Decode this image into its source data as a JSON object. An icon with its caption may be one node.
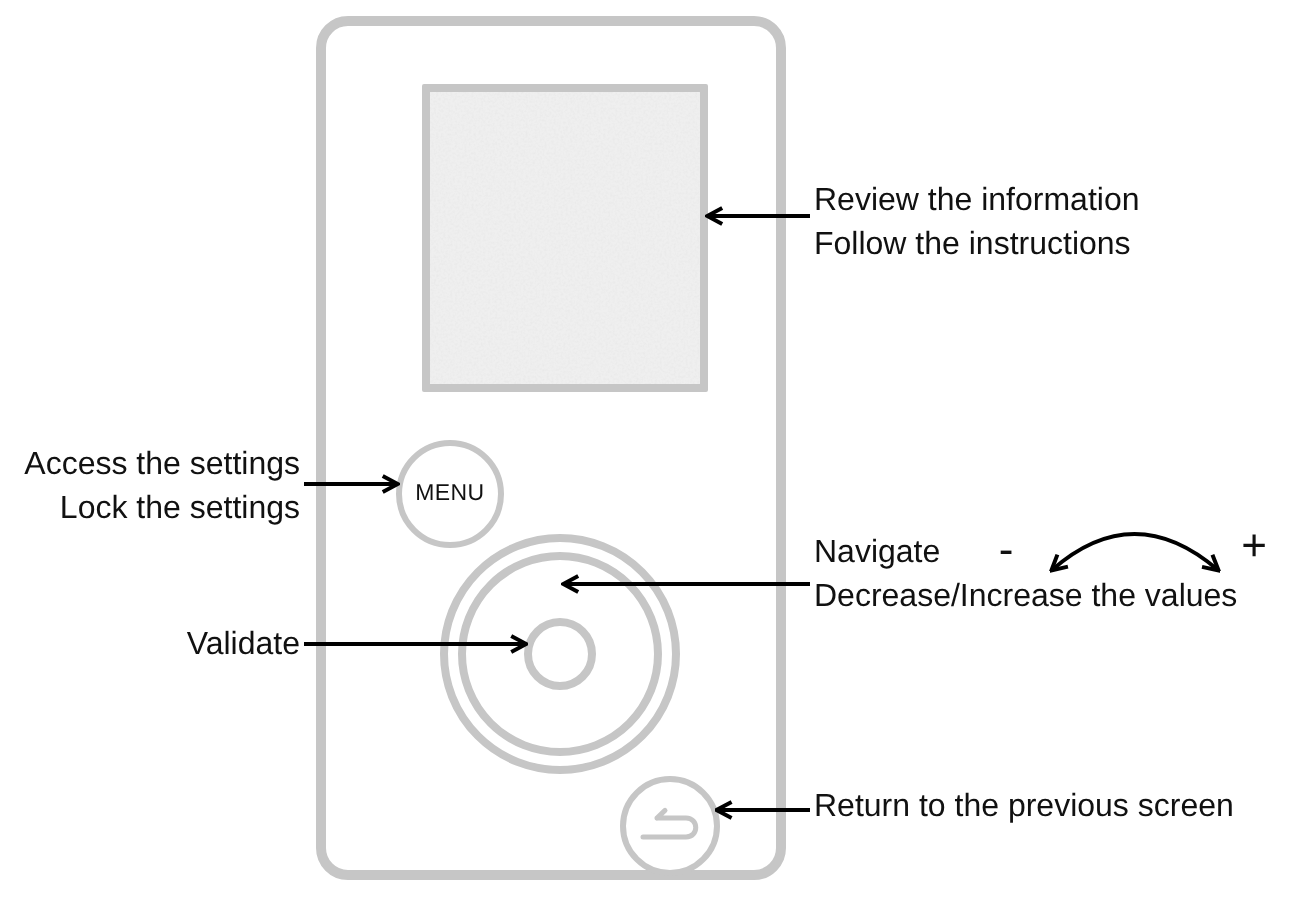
{
  "diagram": {
    "nodes": [
      {
        "text": [],
        "shape": "box"
      },
      {
        "text": [],
        "shape": "box",
        "in": 0
      },
      {
        "text": [
          "MENU"
        ],
        "in": 0
      },
      {
        "text": [],
        "shape": "circle",
        "in": 0
      },
      {
        "text": [],
        "shape": "circle",
        "in": 3
      },
      {
        "text": [],
        "shape": "circle",
        "in": 0
      },
      {
        "text": [
          "Review the information",
          "Follow the instructions"
        ]
      },
      {
        "text": [
          "Access the settings",
          "Lock the settings"
        ]
      },
      {
        "text": [
          "Validate"
        ]
      },
      {
        "text": [
          "Navigate",
          "Decrease/Increase the values"
        ]
      },
      {
        "text": [
          "Return to the previous screen"
        ]
      }
    ],
    "edges": [
      {
        "from": 6,
        "to": 1,
        "arrow": "to"
      },
      {
        "from": 7,
        "to": 2,
        "arrow": "to"
      },
      {
        "from": 8,
        "to": 4,
        "arrow": "to"
      },
      {
        "from": 9,
        "to": 3,
        "arrow": "to"
      },
      {
        "from": 10,
        "to": 5,
        "arrow": "to"
      }
    ],
    "labels": [
      "-",
      "+"
    ]
  }
}
